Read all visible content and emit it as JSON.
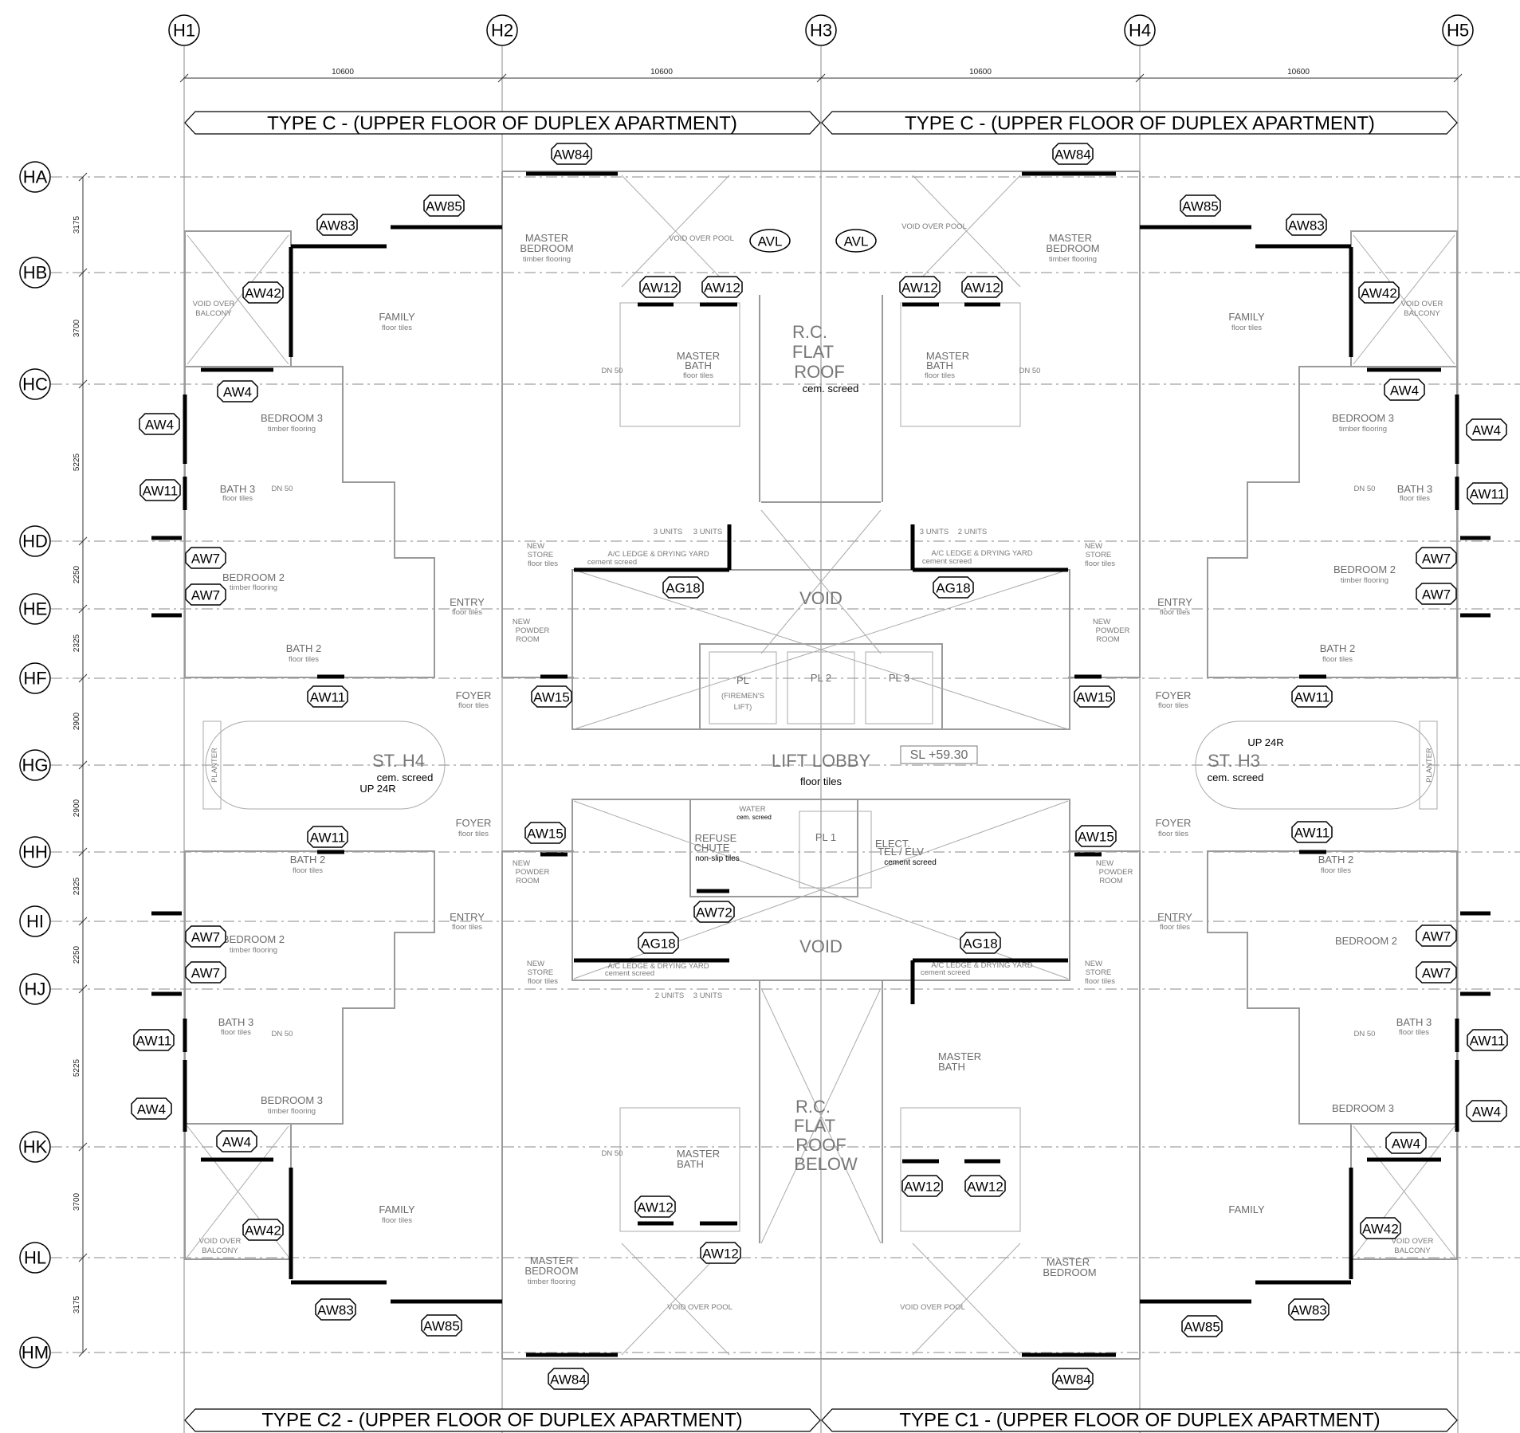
{
  "drawing": {
    "column_grid": [
      "H1",
      "H2",
      "H3",
      "H4",
      "H5"
    ],
    "row_grid": [
      "HA",
      "HB",
      "HC",
      "HD",
      "HE",
      "HF",
      "HG",
      "HH",
      "HI",
      "HJ",
      "HK",
      "HL",
      "HM"
    ],
    "column_spacings": [
      "10600",
      "10600",
      "10600",
      "10600"
    ],
    "row_spacings": [
      "3175",
      "3700",
      "5225",
      "2250",
      "2325",
      "2900",
      "2900",
      "2325",
      "2250",
      "5225",
      "3700",
      "3175"
    ],
    "banners": {
      "top_left": "TYPE C - (UPPER FLOOR OF DUPLEX APARTMENT)",
      "top_right": "TYPE C - (UPPER FLOOR OF DUPLEX APARTMENT)",
      "bottom_left": "TYPE C2 - (UPPER FLOOR OF DUPLEX APARTMENT)",
      "bottom_right": "TYPE C1 - (UPPER FLOOR OF DUPLEX APARTMENT)"
    },
    "center_labels": {
      "roof_top": [
        "R.C.",
        "FLAT",
        "ROOF"
      ],
      "roof_top_finish": "cem. screed",
      "roof_bottom": [
        "R.C.",
        "FLAT",
        "ROOF",
        "BELOW"
      ],
      "void": "VOID",
      "lift_lobby": "LIFT LOBBY",
      "lift_lobby_finish": "floor tiles",
      "sl_level": "SL +59.30",
      "lifts": [
        "PL 2",
        "PL 3",
        "PL 1"
      ],
      "fireman_lift": [
        "PL",
        "(FIREMEN'S",
        "LIFT)"
      ],
      "stair_left": "ST. H4",
      "stair_right": "ST. H3",
      "stair_finish": "cem. screed",
      "up_steps": "UP 24R",
      "planter": "PLANTER",
      "refuse": [
        "REFUSE",
        "CHUTE"
      ],
      "refuse_finish": "non-slip tiles",
      "water": "WATER",
      "water_finish": "cem. screed",
      "elect": [
        "ELECT.",
        "TEL / ELV"
      ],
      "elect_finish": "cement screed",
      "avl": "AVL"
    },
    "rooms": {
      "family": "FAMILY",
      "bedroom3": "BEDROOM 3",
      "bedroom2": "BEDROOM 2",
      "bath3": "BATH 3",
      "bath2": "BATH 2",
      "entry": "ENTRY",
      "foyer": "FOYER",
      "master_bedroom": [
        "MASTER",
        "BEDROOM"
      ],
      "master_bath": [
        "MASTER",
        "BATH"
      ],
      "new_store": [
        "NEW",
        "STORE"
      ],
      "powder_room": [
        "NEW",
        "POWDER",
        "ROOM"
      ],
      "ac_ledge": "A/C LEDGE & DRYING YARD",
      "void_over_pool": "VOID OVER POOL",
      "void_over_balcony": [
        "VOID OVER",
        "BALCONY"
      ],
      "floor_tiles": "floor tiles",
      "timber_flooring": "timber flooring",
      "cement_screed": "cement screed",
      "units3": "3 UNITS",
      "units2": "2 UNITS",
      "dn50": "DN 50"
    },
    "window_tags": {
      "aw84": "AW84",
      "aw83": "AW83",
      "aw85": "AW85",
      "aw42": "AW42",
      "aw4": "AW4",
      "aw11": "AW11",
      "aw7": "AW7",
      "aw12": "AW12",
      "aw15": "AW15",
      "ag18": "AG18",
      "aw72": "AW72"
    }
  }
}
